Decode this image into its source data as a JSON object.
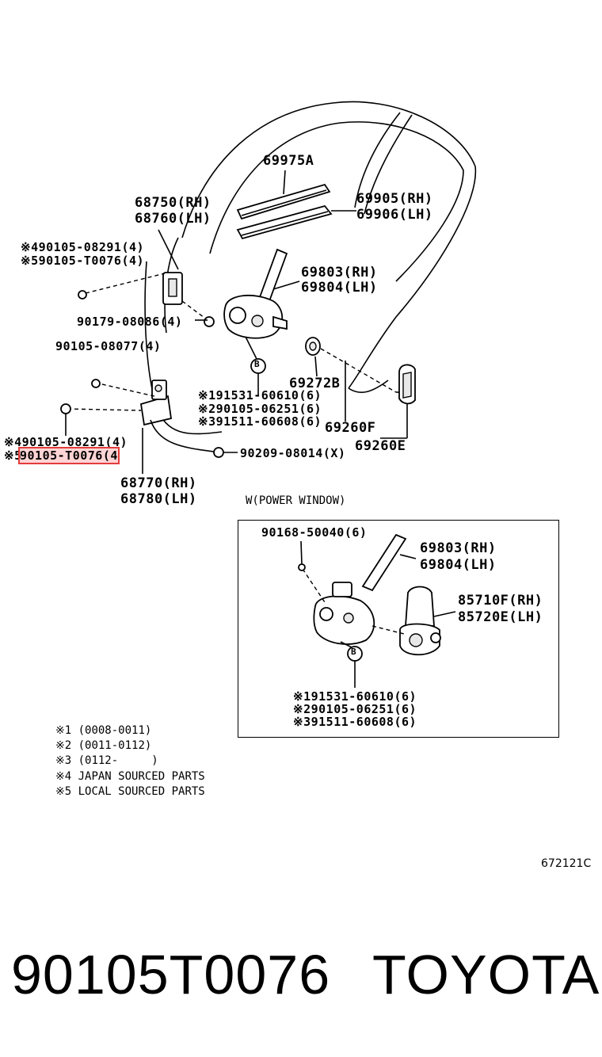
{
  "labels": {
    "l69975a": "69975A",
    "l68750": "68750(RH)",
    "l68760": "68760(LH)",
    "l69905": "69905(RH)",
    "l69906": "69906(LH)",
    "l490105_top": "※490105-08291(4)",
    "l590105_top": "※590105-T0076(4)",
    "l69803": "69803(RH)",
    "l69804": "69804(LH)",
    "l90179": "90179-08086(4)",
    "l90105_08077": "90105-08077(4)",
    "l69272b": "69272B",
    "l91531": "※191531-60610(6)",
    "l290105": "※290105-06251(6)",
    "l391511": "※391511-60608(6)",
    "l69260f": "69260F",
    "l69260e": "69260E",
    "l490105_bot": "※490105-08291(4)",
    "l5_prefix": "※5",
    "l90105t_hl": "90105-T0076(4",
    "l90209": "90209-08014(X)",
    "l68770": "68770(RH)",
    "l68780": "68780(LH)",
    "b_marker": "B"
  },
  "inset": {
    "title": "W(POWER WINDOW)",
    "l90168": "90168-50040(6)",
    "l69803": "69803(RH)",
    "l69804": "69804(LH)",
    "l85710f": "85710F(RH)",
    "l85720e": "85720E(LH)",
    "l91531": "※191531-60610(6)",
    "l290105": "※290105-06251(6)",
    "l391511": "※391511-60608(6)",
    "b_marker": "B"
  },
  "notes": [
    "※1 (0008-0011)",
    "※2 (0011-0112)",
    "※3 (0112-     )",
    "※4 JAPAN SOURCED PARTS",
    "※5 LOCAL SOURCED PARTS"
  ],
  "diagram_code": "672121C",
  "part_number": "90105T0076",
  "brand": "TOYOTA",
  "colors": {
    "highlight": "#e23c3c"
  }
}
